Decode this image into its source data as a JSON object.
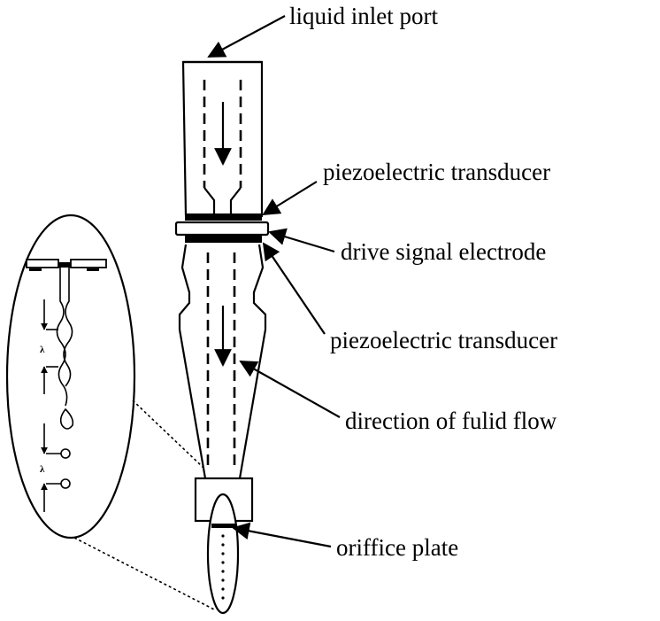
{
  "labels": {
    "inlet": "liquid inlet port",
    "piezo_top": "piezoelectric transducer",
    "electrode": "drive signal electrode",
    "piezo_bottom": "piezoelectric transducer",
    "flow": "direction of fulid flow",
    "plate": "oriffice plate"
  },
  "inset": {
    "wavelength_symbol": "λ"
  }
}
